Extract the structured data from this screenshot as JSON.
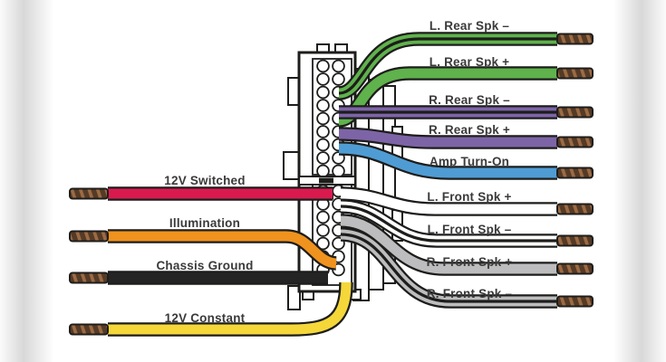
{
  "palette": {
    "outline": "#1d1d1b",
    "label_text": "#3a3a3a",
    "background": "#ffffff",
    "edge_fade": "#d8d8d8",
    "connector_fill": "#ffffff",
    "copper_dark": "#553a26",
    "copper_light": "#9c6b44"
  },
  "connector": {
    "name": "wiring-harness-connector"
  },
  "left_wires": [
    {
      "id": "12v-switched",
      "label": "12V Switched",
      "color": "#d81a4f",
      "stripe": false
    },
    {
      "id": "illumination",
      "label": "Illumination",
      "color": "#f0921e",
      "stripe": false
    },
    {
      "id": "chassis-ground",
      "label": "Chassis Ground",
      "color": "#242424",
      "stripe": false
    },
    {
      "id": "12v-constant",
      "label": "12V Constant",
      "color": "#f5d73a",
      "stripe": false
    }
  ],
  "right_wires": [
    {
      "id": "l-rear-spk-minus",
      "label": "L. Rear Spk –",
      "color": "#5fb24c",
      "stripe": true
    },
    {
      "id": "l-rear-spk-plus",
      "label": "L. Rear Spk +",
      "color": "#5fb24c",
      "stripe": false
    },
    {
      "id": "r-rear-spk-minus",
      "label": "R. Rear Spk –",
      "color": "#7d64a7",
      "stripe": true
    },
    {
      "id": "r-rear-spk-plus",
      "label": "R. Rear Spk +",
      "color": "#7d64a7",
      "stripe": false
    },
    {
      "id": "amp-turn-on",
      "label": "Amp Turn-On",
      "color": "#4f9cd4",
      "stripe": false
    },
    {
      "id": "l-front-spk-plus",
      "label": "L. Front Spk +",
      "color": "#ffffff",
      "stripe": false
    },
    {
      "id": "l-front-spk-minus",
      "label": "L. Front Spk –",
      "color": "#ffffff",
      "stripe": true
    },
    {
      "id": "r-front-spk-plus",
      "label": "R. Front Spk +",
      "color": "#bdbdbf",
      "stripe": false
    },
    {
      "id": "r-front-spk-minus",
      "label": "R. Front Spk –",
      "color": "#bdbdbf",
      "stripe": true
    }
  ]
}
